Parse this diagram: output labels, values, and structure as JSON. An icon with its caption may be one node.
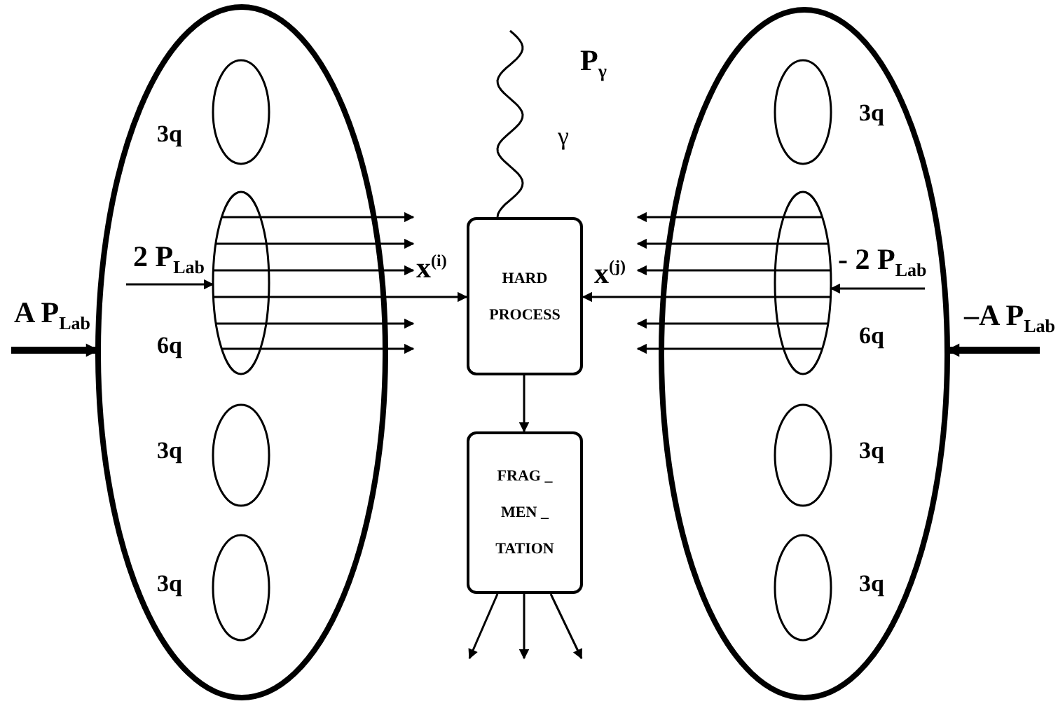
{
  "diagram": {
    "nodes": [
      {
        "text": [],
        "shape": "ellipse"
      },
      {
        "text": [
          "3q"
        ],
        "in": 0
      },
      {
        "text": [
          "6q"
        ],
        "in": 0
      },
      {
        "text": [
          "3q"
        ],
        "in": 0
      },
      {
        "text": [
          "3q"
        ],
        "in": 0
      },
      {
        "text": [
          "HARD PROCESS"
        ]
      },
      {
        "text": [
          "FRAG _ MEN _ TATION"
        ]
      },
      {
        "text": [],
        "shape": "ellipse"
      },
      {
        "text": [
          "3q"
        ],
        "in": 7
      },
      {
        "text": [
          "6q"
        ],
        "in": 7
      },
      {
        "text": [
          "3q"
        ],
        "in": 7
      },
      {
        "text": [
          "3q"
        ],
        "in": 7
      }
    ],
    "edges": [
      {
        "from": null,
        "to": 0,
        "arrow": "to",
        "style": "thick",
        "label": "A P$_{Lab}$"
      },
      {
        "from": null,
        "to": 2,
        "arrow": "to",
        "label": "2 P$_{Lab}$"
      },
      {
        "from": 2,
        "to": null,
        "arrow": "to"
      },
      {
        "from": 2,
        "to": null,
        "arrow": "to"
      },
      {
        "from": 2,
        "to": null,
        "arrow": "to"
      },
      {
        "from": 2,
        "to": 5,
        "arrow": "to",
        "label": "x$^{(i)}$"
      },
      {
        "from": 2,
        "to": null,
        "arrow": "to"
      },
      {
        "from": 2,
        "to": null,
        "arrow": "to"
      },
      {
        "from": null,
        "to": 7,
        "arrow": "to",
        "style": "thick",
        "label": "–A P$_{Lab}$"
      },
      {
        "from": null,
        "to": 9,
        "arrow": "to",
        "label": "- 2 P$_{Lab}$"
      },
      {
        "from": 9,
        "to": null,
        "arrow": "to"
      },
      {
        "from": 9,
        "to": null,
        "arrow": "to"
      },
      {
        "from": 9,
        "to": null,
        "arrow": "to"
      },
      {
        "from": 9,
        "to": 5,
        "arrow": "to",
        "label": "x$^{(j)}$"
      },
      {
        "from": 9,
        "to": null,
        "arrow": "to"
      },
      {
        "from": 9,
        "to": null,
        "arrow": "to"
      },
      {
        "from": 5,
        "to": null,
        "arrow": "none",
        "label": "γ"
      },
      {
        "from": 5,
        "to": 6,
        "arrow": "to"
      },
      {
        "from": 6,
        "to": null,
        "arrow": "to"
      },
      {
        "from": 6,
        "to": null,
        "arrow": "to"
      },
      {
        "from": 6,
        "to": null,
        "arrow": "to"
      }
    ],
    "labels": [
      "P$_{γ}$"
    ]
  }
}
